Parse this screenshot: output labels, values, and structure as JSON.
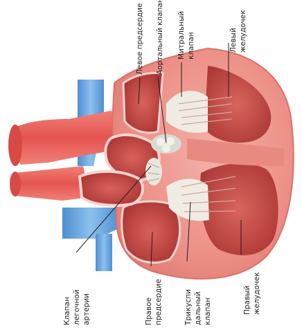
{
  "labels": {
    "pulmonary_valve": [
      "Клапан",
      "легочной",
      "артерии"
    ],
    "right_atrium": [
      "Правое",
      "предсердие"
    ],
    "tricuspid_valve": [
      "Трикуспи",
      "дальный",
      "клапан"
    ],
    "right_ventricle": [
      "Правый",
      "желудочек"
    ],
    "left_atrium": [
      "Левое предсердие"
    ],
    "aortic_valve": [
      "Аортальный клапан"
    ],
    "mitral_valve": [
      "Митральный",
      "клапан"
    ],
    "left_ventricle": [
      "Левый",
      "желудочек"
    ]
  },
  "colors": {
    "myocardium": "#e8847c",
    "myocardium_light": "#f2a79f",
    "chamber": "#c94a45",
    "chamber_dark": "#a8302f",
    "vein_blue": "#6aa9e0",
    "artery_red": "#e8605a",
    "valve_white": "#f2f0ea"
  }
}
